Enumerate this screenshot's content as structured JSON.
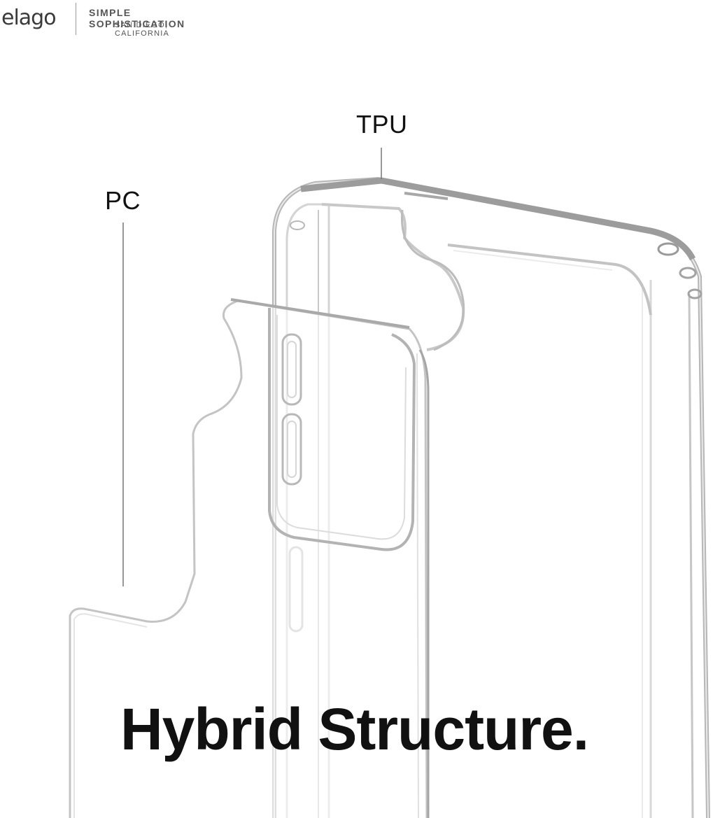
{
  "brand": {
    "logo_text": "elago",
    "tagline": "SIMPLE SOPHISTICATION",
    "location": "SAN DIEGO, CALIFORNIA"
  },
  "labels": {
    "tpu": "TPU",
    "pc": "PC"
  },
  "headline": "Hybrid Structure."
}
